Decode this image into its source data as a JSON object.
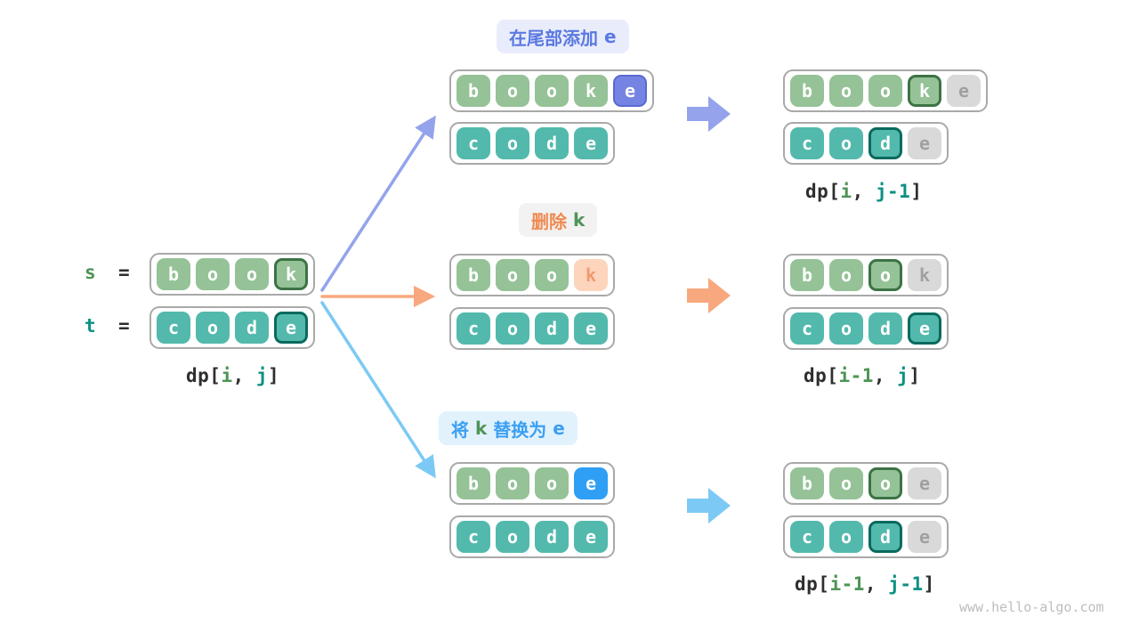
{
  "watermark": "www.hello-algo.com",
  "palette": {
    "green_cell": "#95c297",
    "green_highlight_border": "#3c7345",
    "teal_cell": "#53b9ad",
    "teal_highlight_border": "#0a6a5e",
    "gray_cell": "#d9d9d9",
    "purple_cell": "#7584e2",
    "blue_cell": "#2e9ff5",
    "peach_cell": "#fdd4bc",
    "arrow_indigo": "#94a3ec",
    "arrow_orange": "#f8a87e",
    "arrow_blue": "#7cc9f5"
  },
  "source": {
    "s_eq_parts": [
      {
        "text": "s",
        "color": "green"
      },
      {
        "text": "  =",
        "color": "dark"
      }
    ],
    "t_eq_parts": [
      {
        "text": "t",
        "color": "teal"
      },
      {
        "text": "  =",
        "color": "dark"
      }
    ],
    "s_cells": [
      {
        "ch": "b",
        "type": "green"
      },
      {
        "ch": "o",
        "type": "green"
      },
      {
        "ch": "o",
        "type": "green"
      },
      {
        "ch": "k",
        "type": "green-hl"
      }
    ],
    "t_cells": [
      {
        "ch": "c",
        "type": "teal"
      },
      {
        "ch": "o",
        "type": "teal"
      },
      {
        "ch": "d",
        "type": "teal"
      },
      {
        "ch": "e",
        "type": "teal-hl"
      }
    ],
    "dp_parts": [
      {
        "text": "dp[",
        "color": "dark"
      },
      {
        "text": "i",
        "color": "green"
      },
      {
        "text": ", ",
        "color": "dark"
      },
      {
        "text": "j",
        "color": "teal"
      },
      {
        "text": "]",
        "color": "dark"
      }
    ]
  },
  "branches": {
    "append": {
      "label_parts": [
        {
          "text": "在尾部添加 ",
          "color": "indigo"
        },
        {
          "text": "e",
          "color": "indigo"
        }
      ],
      "mid_s": [
        {
          "ch": "b",
          "type": "green"
        },
        {
          "ch": "o",
          "type": "green"
        },
        {
          "ch": "o",
          "type": "green"
        },
        {
          "ch": "k",
          "type": "green"
        },
        {
          "ch": "e",
          "type": "purple"
        }
      ],
      "mid_t": [
        {
          "ch": "c",
          "type": "teal"
        },
        {
          "ch": "o",
          "type": "teal"
        },
        {
          "ch": "d",
          "type": "teal"
        },
        {
          "ch": "e",
          "type": "teal"
        }
      ],
      "res_s": [
        {
          "ch": "b",
          "type": "green"
        },
        {
          "ch": "o",
          "type": "green"
        },
        {
          "ch": "o",
          "type": "green"
        },
        {
          "ch": "k",
          "type": "green-hl"
        },
        {
          "ch": "e",
          "type": "gray"
        }
      ],
      "res_t": [
        {
          "ch": "c",
          "type": "teal"
        },
        {
          "ch": "o",
          "type": "teal"
        },
        {
          "ch": "d",
          "type": "teal-hl"
        },
        {
          "ch": "e",
          "type": "gray"
        }
      ],
      "dp_parts": [
        {
          "text": "dp[",
          "color": "dark"
        },
        {
          "text": "i",
          "color": "green"
        },
        {
          "text": ", ",
          "color": "dark"
        },
        {
          "text": "j-1",
          "color": "teal"
        },
        {
          "text": "]",
          "color": "dark"
        }
      ]
    },
    "delete": {
      "label_parts": [
        {
          "text": "删除 ",
          "color": "orange"
        },
        {
          "text": "k",
          "color": "green"
        }
      ],
      "mid_s": [
        {
          "ch": "b",
          "type": "green"
        },
        {
          "ch": "o",
          "type": "green"
        },
        {
          "ch": "o",
          "type": "green"
        },
        {
          "ch": "k",
          "type": "peach"
        }
      ],
      "mid_t": [
        {
          "ch": "c",
          "type": "teal"
        },
        {
          "ch": "o",
          "type": "teal"
        },
        {
          "ch": "d",
          "type": "teal"
        },
        {
          "ch": "e",
          "type": "teal"
        }
      ],
      "res_s": [
        {
          "ch": "b",
          "type": "green"
        },
        {
          "ch": "o",
          "type": "green"
        },
        {
          "ch": "o",
          "type": "green-hl"
        },
        {
          "ch": "k",
          "type": "gray"
        }
      ],
      "res_t": [
        {
          "ch": "c",
          "type": "teal"
        },
        {
          "ch": "o",
          "type": "teal"
        },
        {
          "ch": "d",
          "type": "teal"
        },
        {
          "ch": "e",
          "type": "teal-hl"
        }
      ],
      "dp_parts": [
        {
          "text": "dp[",
          "color": "dark"
        },
        {
          "text": "i-1",
          "color": "green"
        },
        {
          "text": ", ",
          "color": "dark"
        },
        {
          "text": "j",
          "color": "teal"
        },
        {
          "text": "]",
          "color": "dark"
        }
      ]
    },
    "replace": {
      "label_parts": [
        {
          "text": "将 ",
          "color": "azure"
        },
        {
          "text": "k",
          "color": "green"
        },
        {
          "text": " 替换为 ",
          "color": "azure"
        },
        {
          "text": "e",
          "color": "azure"
        }
      ],
      "mid_s": [
        {
          "ch": "b",
          "type": "green"
        },
        {
          "ch": "o",
          "type": "green"
        },
        {
          "ch": "o",
          "type": "green"
        },
        {
          "ch": "e",
          "type": "blue"
        }
      ],
      "mid_t": [
        {
          "ch": "c",
          "type": "teal"
        },
        {
          "ch": "o",
          "type": "teal"
        },
        {
          "ch": "d",
          "type": "teal"
        },
        {
          "ch": "e",
          "type": "teal"
        }
      ],
      "res_s": [
        {
          "ch": "b",
          "type": "green"
        },
        {
          "ch": "o",
          "type": "green"
        },
        {
          "ch": "o",
          "type": "green-hl"
        },
        {
          "ch": "e",
          "type": "gray"
        }
      ],
      "res_t": [
        {
          "ch": "c",
          "type": "teal"
        },
        {
          "ch": "o",
          "type": "teal"
        },
        {
          "ch": "d",
          "type": "teal-hl"
        },
        {
          "ch": "e",
          "type": "gray"
        }
      ],
      "dp_parts": [
        {
          "text": "dp[",
          "color": "dark"
        },
        {
          "text": "i-1",
          "color": "green"
        },
        {
          "text": ", ",
          "color": "dark"
        },
        {
          "text": "j-1",
          "color": "teal"
        },
        {
          "text": "]",
          "color": "dark"
        }
      ]
    }
  }
}
